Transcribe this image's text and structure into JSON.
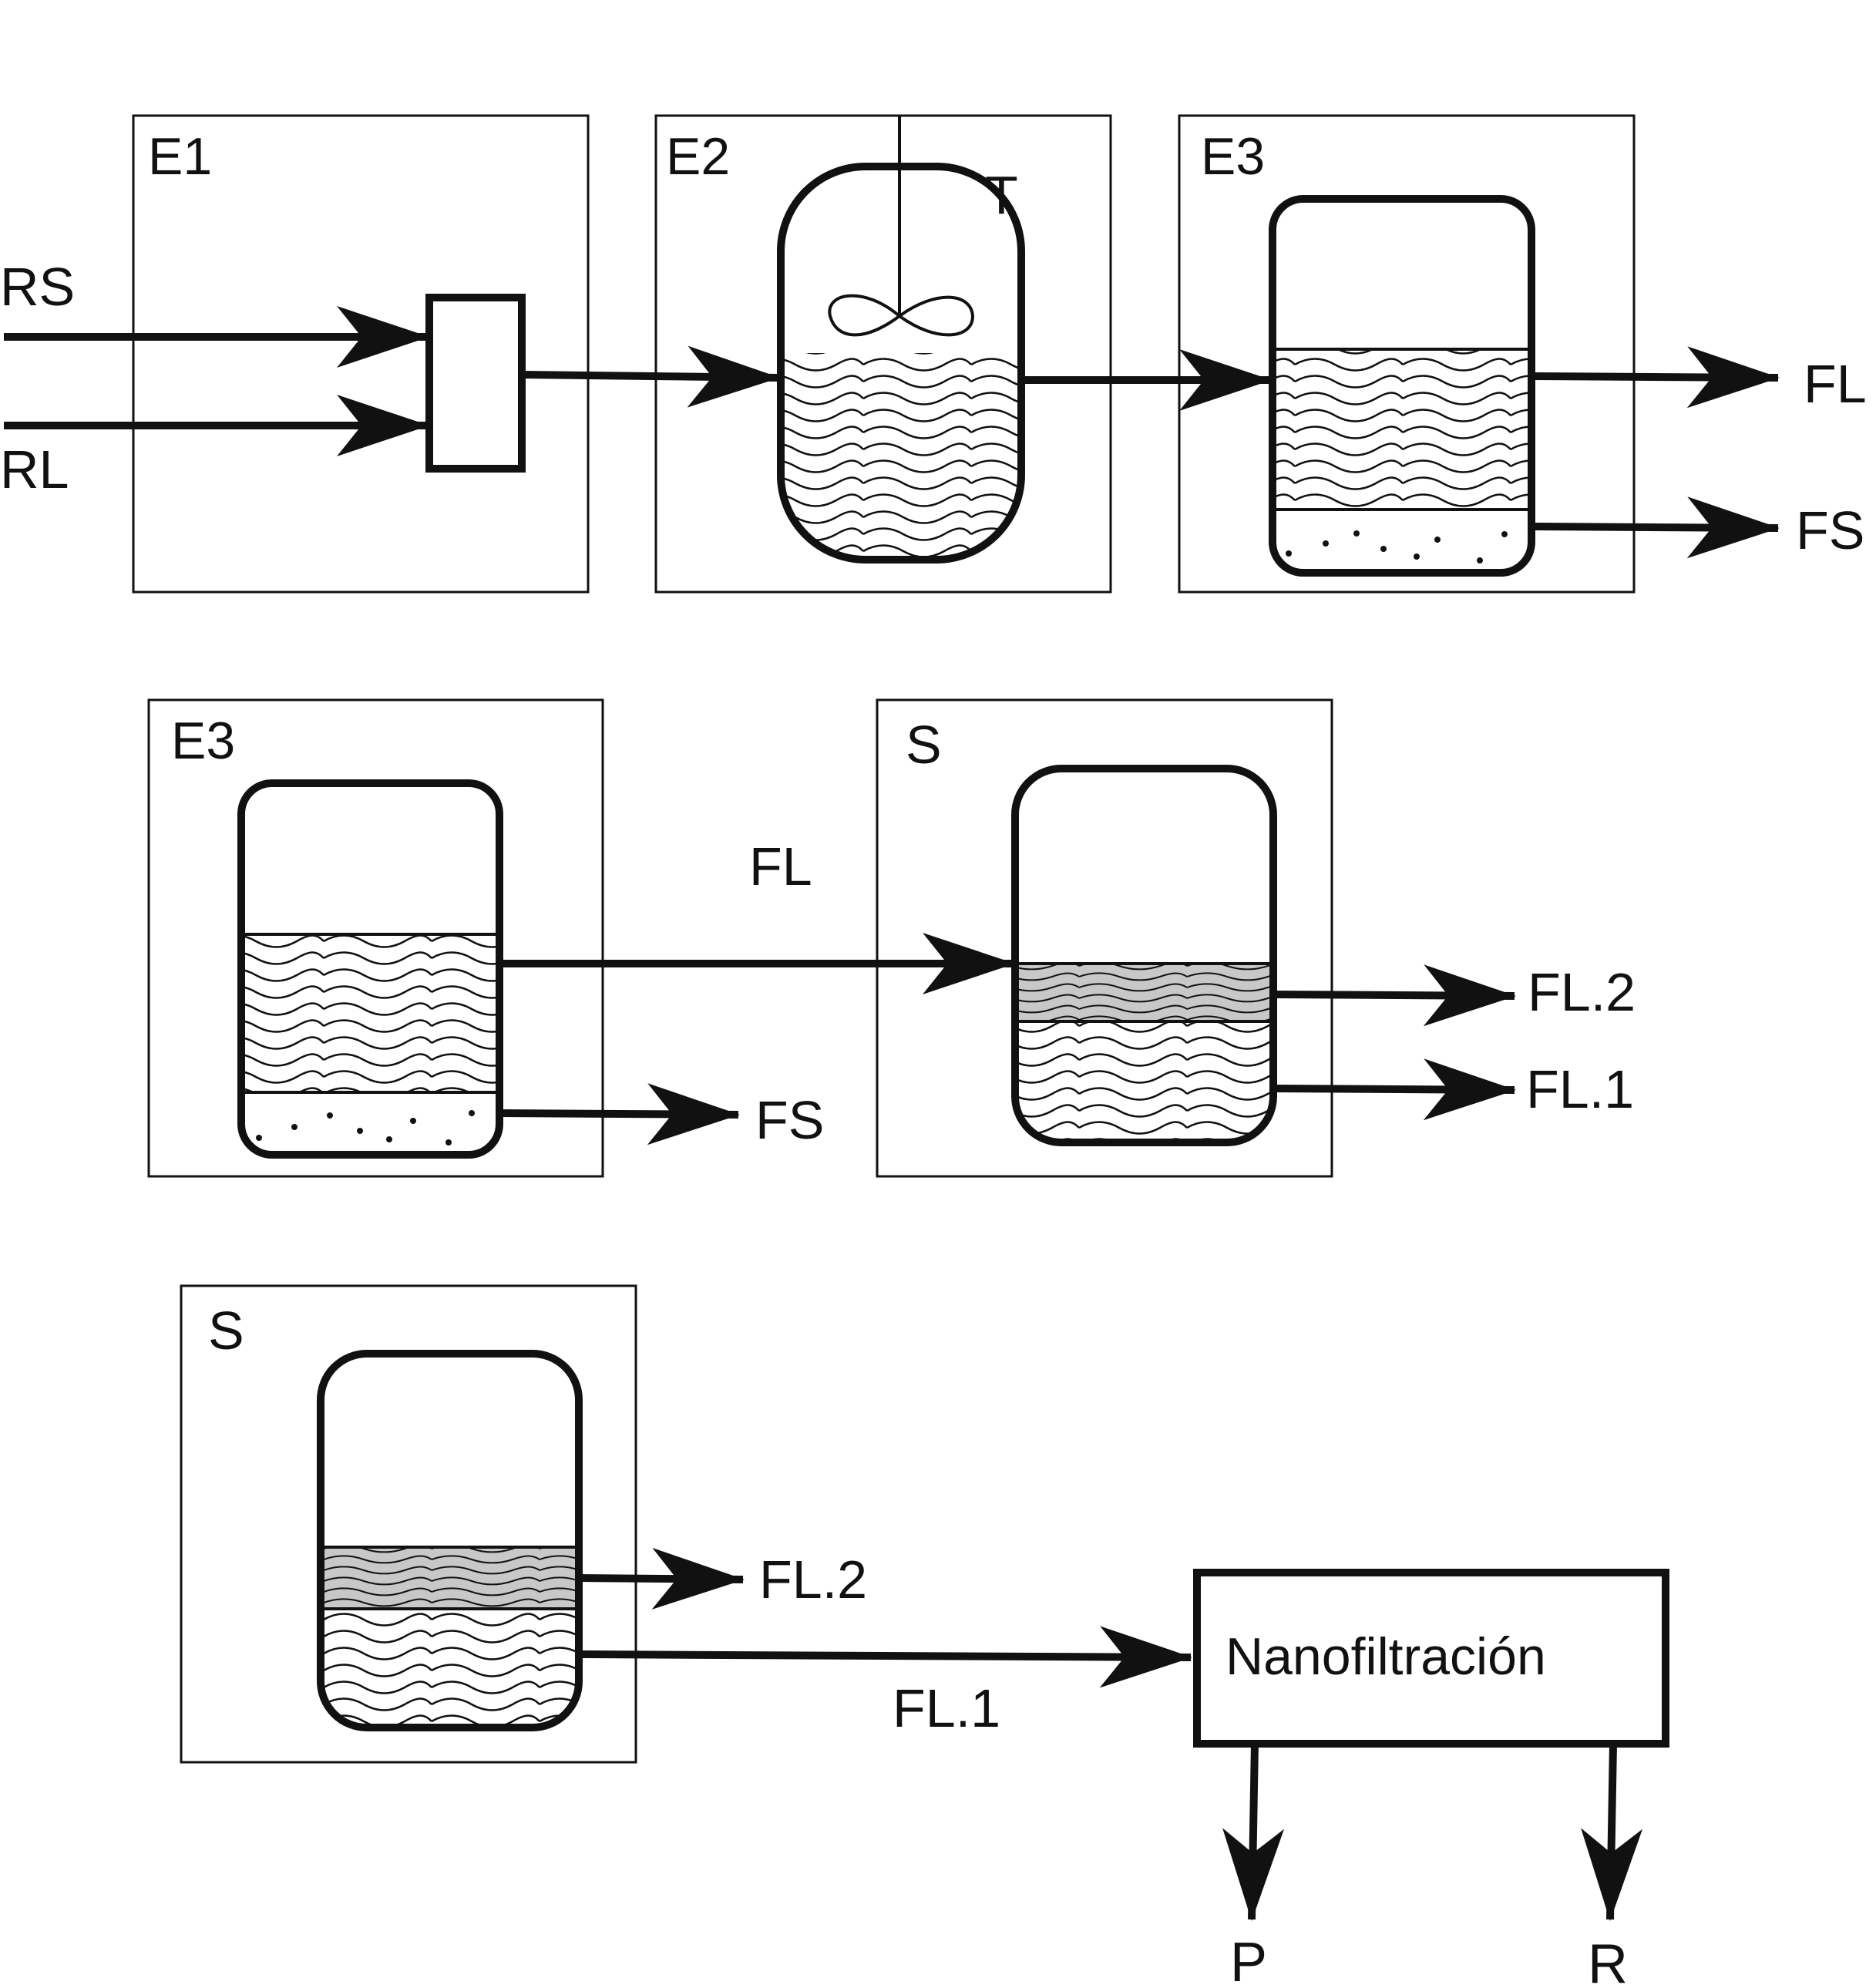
{
  "row1": {
    "e1_label": "E1",
    "e2_label": "E2",
    "e3_label": "E3",
    "rs": "RS",
    "rl": "RL",
    "t": "T",
    "fl": "FL",
    "fs": "FS"
  },
  "row2": {
    "e3_label": "E3",
    "s_label": "S",
    "fl": "FL",
    "fs": "FS",
    "fl2": "FL.2",
    "fl1": "FL.1"
  },
  "row3": {
    "s_label": "S",
    "fl2": "FL.2",
    "fl1": "FL.1",
    "nano": "Nanofiltración",
    "p": "P",
    "r": "R"
  },
  "colors": {
    "line": "#111111",
    "light_phase": "#c8c8c8",
    "background": "#ffffff"
  }
}
